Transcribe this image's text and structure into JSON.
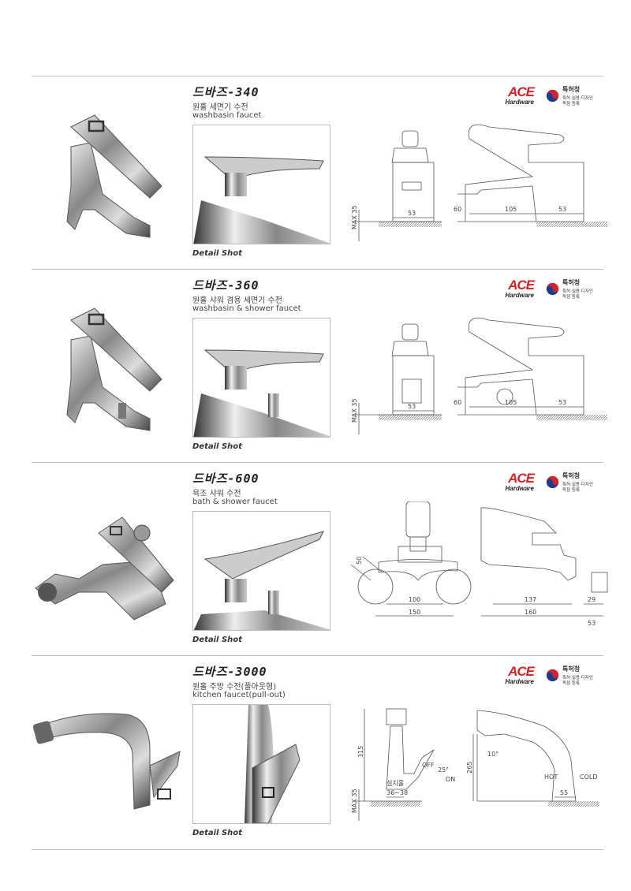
{
  "brand_logo": {
    "ace_text": "ACE",
    "ace_sub": "Hardware"
  },
  "patent_logo": {
    "title": "특허청",
    "line1": "특허·실용·디자인",
    "line2": "독점 등록"
  },
  "detail_label": "Detail Shot",
  "sections": [
    {
      "model": "드바즈-340",
      "name_kr": "원홀 세면기 수전",
      "name_en": "washbasin faucet",
      "type": "basin",
      "dims": [
        "MAX 35",
        "53",
        "60",
        "105",
        "53"
      ]
    },
    {
      "model": "드바즈-360",
      "name_kr": "원홀 샤워 겸용 세면기 수전",
      "name_en": "washbasin & shower faucet",
      "type": "basin-shower",
      "dims": [
        "MAX 35",
        "53",
        "60",
        "105",
        "53"
      ]
    },
    {
      "model": "드바즈-600",
      "name_kr": "욕조 샤워 수전",
      "name_en": "bath & shower faucet",
      "type": "bath",
      "dims": [
        "50",
        "100",
        "150",
        "137",
        "160",
        "29",
        "53"
      ]
    },
    {
      "model": "드바즈-3000",
      "name_kr": "원홀 주방 수전(풀아웃형)",
      "name_en": "kitchen faucet(pull-out)",
      "type": "kitchen",
      "dims": [
        "MAX 35",
        "315",
        "설치홀",
        "36~38",
        "OFF",
        "25°",
        "ON",
        "10°",
        "265",
        "HOT",
        "COLD",
        "55"
      ]
    }
  ],
  "colors": {
    "ace_red": "#d2232a",
    "rule": "#bbbbbb"
  }
}
